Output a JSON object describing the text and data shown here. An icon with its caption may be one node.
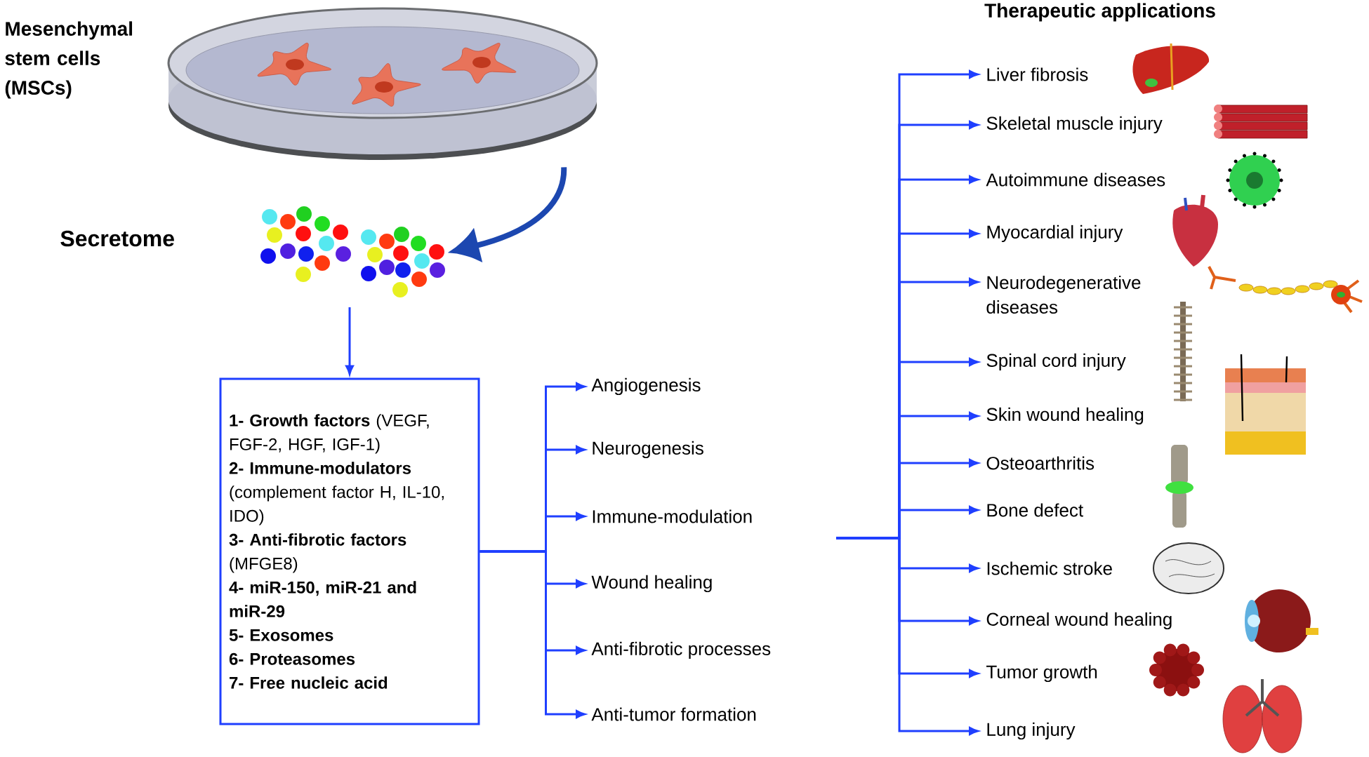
{
  "diagram": {
    "title": "Therapeutic applications",
    "nodes": [
      {
        "text": [
          "Mesenchymal stem cells (MSCs)"
        ]
      },
      {
        "text": [],
        "shape": "picture"
      },
      {
        "text": [
          "Secretome"
        ]
      },
      {
        "text": [],
        "shape": "picture"
      },
      {
        "text": [
          "**1- Growth factors** (VEGF, FGF-2, HGF, IGF-1)",
          "**2- Immune-modulators** (complement factor H, IL-10, IDO)",
          "**3- Anti-fibrotic factors** (MFGE8)",
          "4- miR-150, miR-21 and miR-29",
          "5- Exosomes",
          "6- Proteasomes",
          "7- Free nucleic acid"
        ]
      },
      {
        "text": [
          "Angiogenesis"
        ]
      },
      {
        "text": [
          "Neurogenesis"
        ]
      },
      {
        "text": [
          "Immune-modulation"
        ]
      },
      {
        "text": [
          "Wound healing"
        ]
      },
      {
        "text": [
          "Anti-fibrotic processes"
        ]
      },
      {
        "text": [
          "Anti-tumor formation"
        ]
      },
      {
        "text": [
          "Liver fibrosis"
        ]
      },
      {
        "text": [
          "Skeletal muscle injury"
        ]
      },
      {
        "text": [
          "Autoimmune diseases"
        ]
      },
      {
        "text": [
          "Myocardial injury"
        ]
      },
      {
        "text": [
          "Neurodegenerative diseases"
        ]
      },
      {
        "text": [
          "Spinal cord injury"
        ]
      },
      {
        "text": [
          "Skin wound healing"
        ]
      },
      {
        "text": [
          "Osteoarthritis"
        ]
      },
      {
        "text": [
          "Bone defect"
        ]
      },
      {
        "text": [
          "Ischemic stroke"
        ]
      },
      {
        "text": [
          "Corneal wound healing"
        ]
      },
      {
        "text": [
          "Tumor growth"
        ]
      },
      {
        "text": [
          "Lung injury"
        ]
      }
    ],
    "edges": [
      {
        "from": 1,
        "to": 3,
        "arrow": "to",
        "style": "thick",
        "color": "#1c47b0"
      },
      {
        "from": 3,
        "to": 4,
        "arrow": "to"
      },
      {
        "from": 4,
        "to": 5,
        "arrow": "to"
      },
      {
        "from": 4,
        "to": 6,
        "arrow": "to"
      },
      {
        "from": 4,
        "to": 7,
        "arrow": "to"
      },
      {
        "from": 4,
        "to": 8,
        "arrow": "to"
      },
      {
        "from": 4,
        "to": 9,
        "arrow": "to"
      },
      {
        "from": 4,
        "to": 10,
        "arrow": "to"
      },
      {
        "from": null,
        "to": 11,
        "arrow": "to"
      },
      {
        "from": null,
        "to": 12,
        "arrow": "to"
      },
      {
        "from": null,
        "to": 13,
        "arrow": "to"
      },
      {
        "from": null,
        "to": 14,
        "arrow": "to"
      },
      {
        "from": null,
        "to": 15,
        "arrow": "to"
      },
      {
        "from": null,
        "to": 16,
        "arrow": "to"
      },
      {
        "from": null,
        "to": 17,
        "arrow": "to"
      },
      {
        "from": null,
        "to": 18,
        "arrow": "to"
      },
      {
        "from": null,
        "to": 19,
        "arrow": "to"
      },
      {
        "from": null,
        "to": 20,
        "arrow": "to"
      },
      {
        "from": null,
        "to": 21,
        "arrow": "to"
      },
      {
        "from": null,
        "to": 22,
        "arrow": "to"
      },
      {
        "from": null,
        "to": 23,
        "arrow": "to"
      }
    ]
  }
}
